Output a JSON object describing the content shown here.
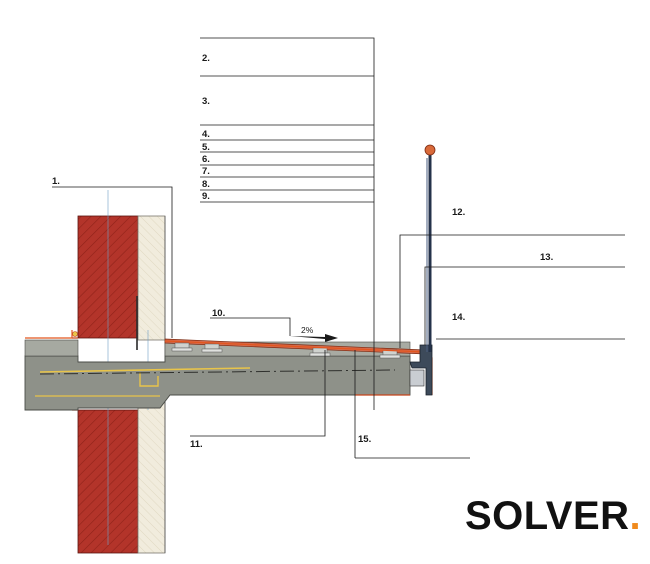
{
  "callouts": {
    "c1": "1.",
    "c2": "2.",
    "c3": "3.",
    "c4": "4.",
    "c5": "5.",
    "c6": "6.",
    "c7": "7.",
    "c8": "8.",
    "c9": "9.",
    "c10": "10.",
    "c11": "11.",
    "c12": "12.",
    "c13": "13.",
    "c14": "14.",
    "c15": "15."
  },
  "slope": {
    "label": "2%"
  },
  "brand": {
    "name": "SOLVER",
    "dot": "."
  },
  "colors": {
    "brick": "#b3342a",
    "insulation": "#f1ecdd",
    "concrete": "#8e9189",
    "membrane": "#e2561f",
    "tile": "#d5694a",
    "brand_accent": "#f08a1c"
  }
}
